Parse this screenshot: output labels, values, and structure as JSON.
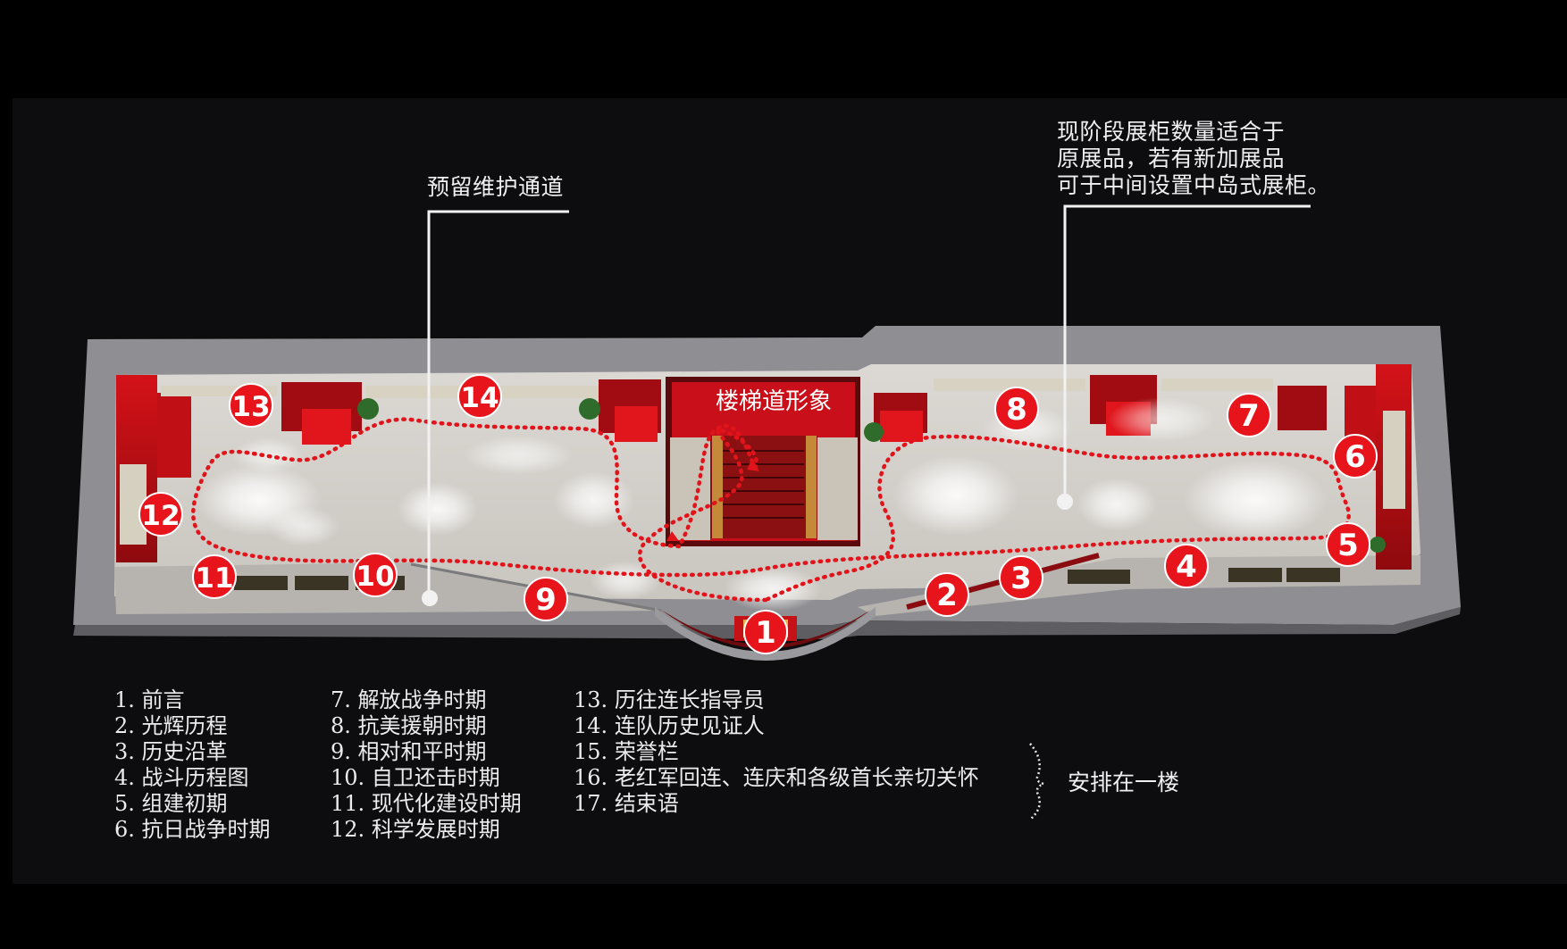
{
  "labels": {
    "maintenance_channel": "预留维护通道",
    "cabinet_note": [
      "现阶段展柜数量适合于",
      "原展品，若有新加展品",
      "可于中间设置中岛式展柜。"
    ],
    "stair_label": "楼梯道形象",
    "first_floor_note": "安排在一楼"
  },
  "markers": [
    "1",
    "2",
    "3",
    "4",
    "5",
    "6",
    "7",
    "8",
    "9",
    "10",
    "11",
    "12",
    "13",
    "14"
  ],
  "legend": {
    "col1": [
      {
        "num": "1.",
        "text": "前言"
      },
      {
        "num": "2.",
        "text": "光辉历程"
      },
      {
        "num": "3.",
        "text": "历史沿革"
      },
      {
        "num": "4.",
        "text": "战斗历程图"
      },
      {
        "num": "5.",
        "text": "组建初期"
      },
      {
        "num": "6.",
        "text": "抗日战争时期"
      }
    ],
    "col2": [
      {
        "num": "7.",
        "text": "解放战争时期"
      },
      {
        "num": "8.",
        "text": "抗美援朝时期"
      },
      {
        "num": "9.",
        "text": "相对和平时期"
      },
      {
        "num": "10.",
        "text": "自卫还击时期"
      },
      {
        "num": "11.",
        "text": "现代化建设时期"
      },
      {
        "num": "12.",
        "text": "科学发展时期"
      }
    ],
    "col3": [
      {
        "num": "13.",
        "text": "历往连长指导员"
      },
      {
        "num": "14.",
        "text": "连队历史见证人"
      },
      {
        "num": "15.",
        "text": "荣誉栏"
      },
      {
        "num": "16.",
        "text": "老红军回连、连庆和各级首长亲切关怀"
      },
      {
        "num": "17.",
        "text": "结束语"
      }
    ]
  },
  "colors": {
    "marker_red": "#e8141b",
    "wall_red": "#b30d12",
    "wall_grey": "#8d8d91",
    "floor": "#e6e3df"
  }
}
